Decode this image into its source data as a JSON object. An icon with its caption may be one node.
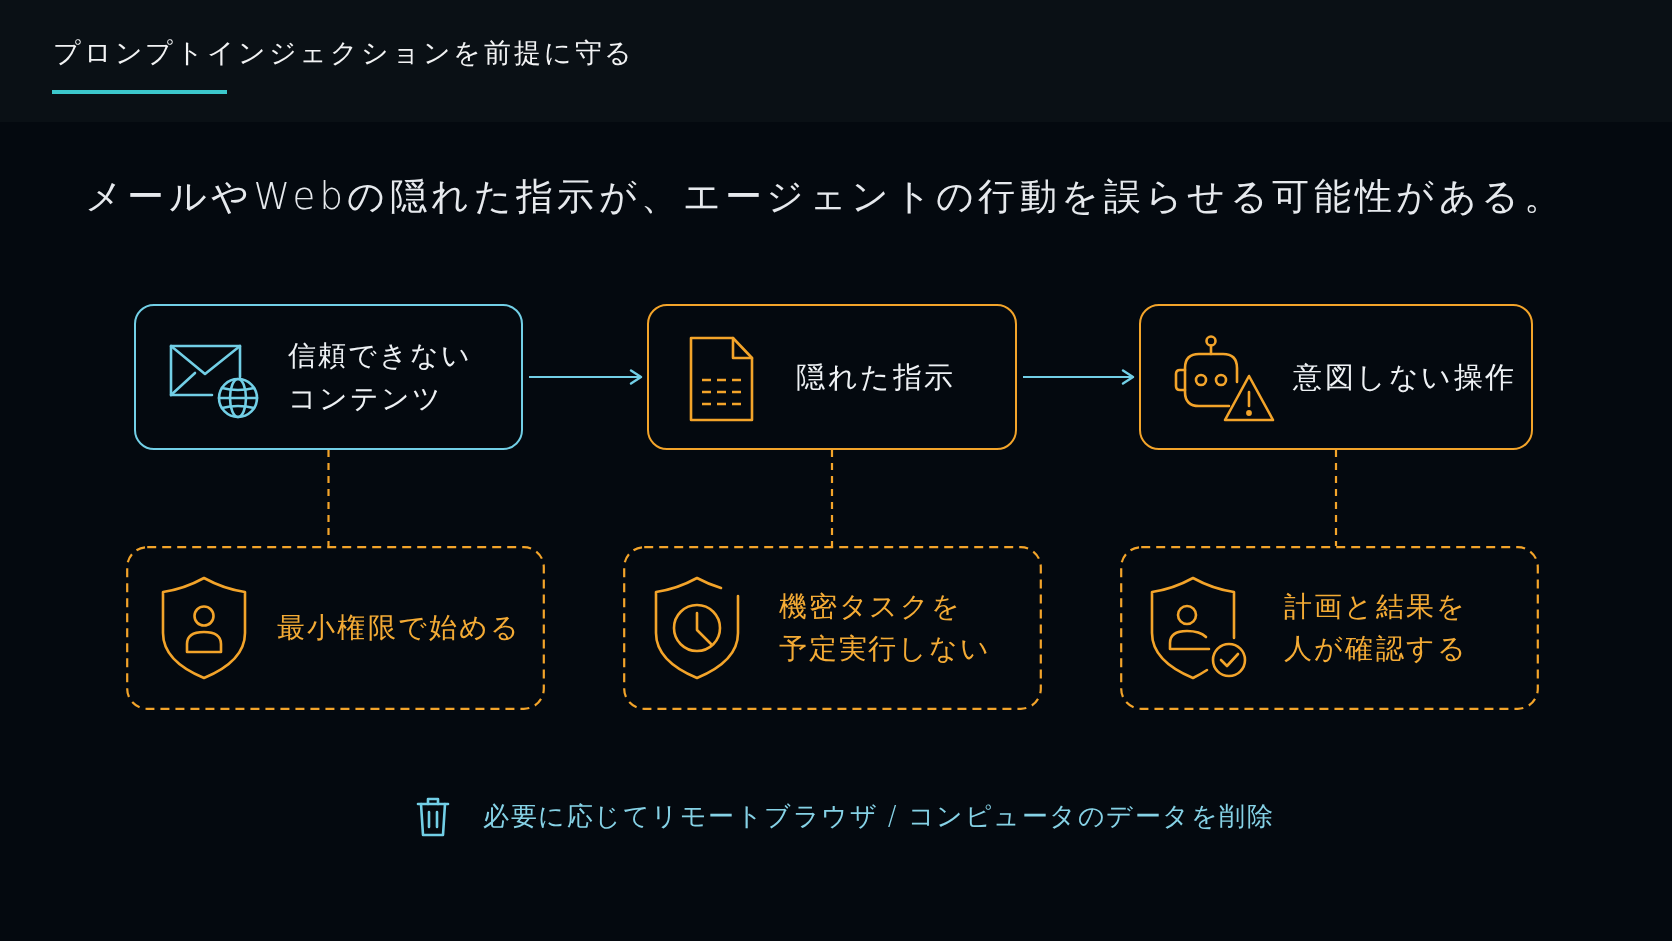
{
  "diagram": {
    "title": "プロンプトインジェクションを前提に守る",
    "nodes": [
      {
        "text": [
          "信頼できないコンテンツ"
        ]
      },
      {
        "text": [
          "隠れた指示"
        ]
      },
      {
        "text": [
          "意図しない操作"
        ]
      },
      {
        "text": [
          "最小権限で始める"
        ]
      },
      {
        "text": [
          "機密タスクを予定実行しない"
        ]
      },
      {
        "text": [
          "計画と結果を人が確認する"
        ]
      }
    ],
    "edges": [
      {
        "from": 0,
        "to": 1,
        "arrow": "to",
        "color": "#72cfe6"
      },
      {
        "from": 1,
        "to": 2,
        "arrow": "to",
        "color": "#72cfe6"
      },
      {
        "from": 0,
        "to": 3,
        "arrow": "none",
        "style": "dashed"
      },
      {
        "from": 1,
        "to": 4,
        "arrow": "none",
        "style": "dashed"
      },
      {
        "from": 2,
        "to": 5,
        "arrow": "none",
        "style": "dashed"
      }
    ],
    "labels": [
      "メールやWebの隠れた指示が、エージェントの行動を誤らせる可能性がある。",
      "必要に応じてリモートブラウザ / コンピュータのデータを削除"
    ]
  }
}
